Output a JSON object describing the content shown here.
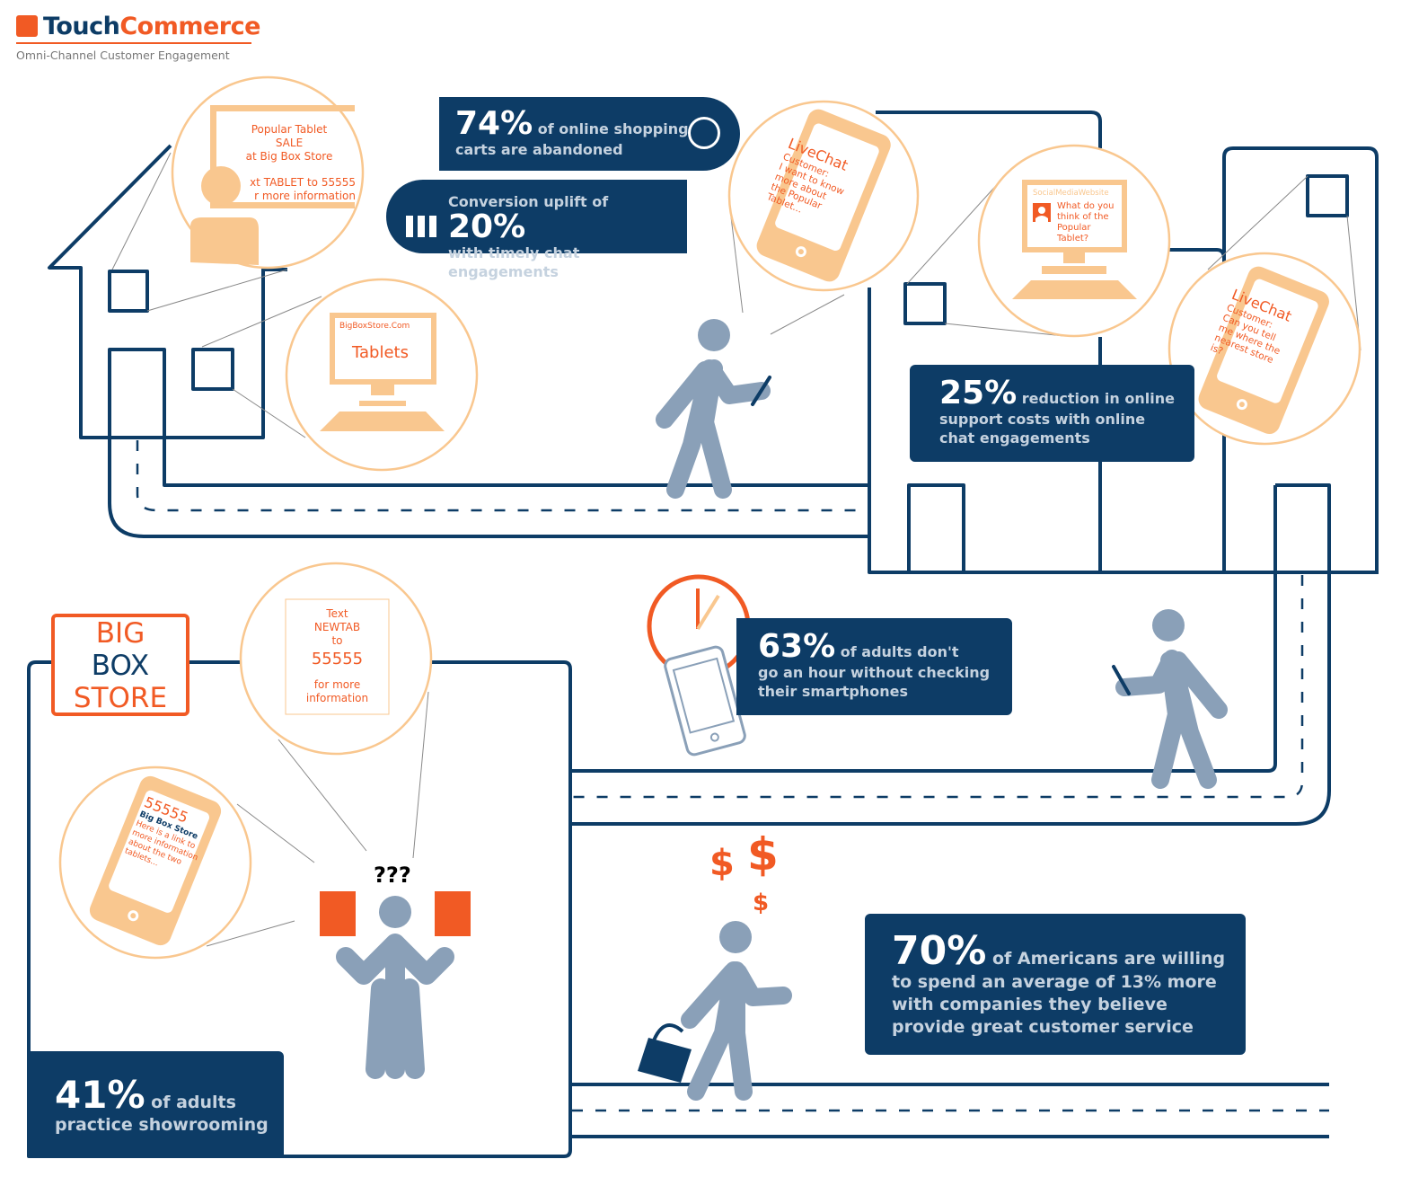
{
  "logo": {
    "touch": "Touch",
    "commerce": "Commerce",
    "tagline": "Omni-Channel Customer Engagement"
  },
  "colors": {
    "navy": "#0d3c66",
    "orange": "#f15a24",
    "peach": "#f9c78f",
    "figure": "#8aa0b8"
  },
  "billboard": {
    "line1": "Popular Tablet",
    "line2": "SALE",
    "line3": "at Big Box Store",
    "line4": "xt TABLET to 55555",
    "line5": "r more information"
  },
  "desktop1": {
    "site": "BigBoxStore.Com",
    "title": "Tablets"
  },
  "livechat1": {
    "title": "LiveChat",
    "label": "Customer:",
    "message": "I want to know more about the Popular Tablet..."
  },
  "social": {
    "site": "SocialMediaWebsite",
    "message": "What do you think of the Popular Tablet?"
  },
  "livechat2": {
    "title": "LiveChat",
    "label": "Customer:",
    "message": "Can you tell me where the nearest store is?"
  },
  "sms_sign": {
    "line1": "Text",
    "line2": "NEWTAB",
    "line3": "to",
    "number": "55555",
    "line4": "for more",
    "line5": "information"
  },
  "sms_phone": {
    "number": "55555",
    "sender": "Big Box Store",
    "message": "Here is a link to more information about the two tablets..."
  },
  "store_sign": {
    "big": "BIG",
    "box": "BOX",
    "store": "STORE"
  },
  "confused": "???",
  "dollars": [
    "$",
    "$",
    "$"
  ],
  "stats": {
    "abandon": {
      "value": "74%",
      "text1": "of online shopping",
      "text2": "carts are abandoned"
    },
    "conversion": {
      "pre": "Conversion uplift of",
      "value": "20%",
      "text2": "with timely chat engagements"
    },
    "support": {
      "value": "25%",
      "text1": "reduction in online",
      "text2": "support costs with online",
      "text3": "chat engagements"
    },
    "smartphone": {
      "value": "63%",
      "text1": "of adults don't",
      "text2": "go an hour without checking",
      "text3": "their smartphones"
    },
    "spend": {
      "value": "70%",
      "text1": "of Americans are willing",
      "text2": "to spend an average of 13% more",
      "text3": "with companies they believe",
      "text4": "provide great customer service"
    },
    "showroom": {
      "value": "41%",
      "text1": "of adults",
      "text2": "practice showrooming"
    }
  }
}
